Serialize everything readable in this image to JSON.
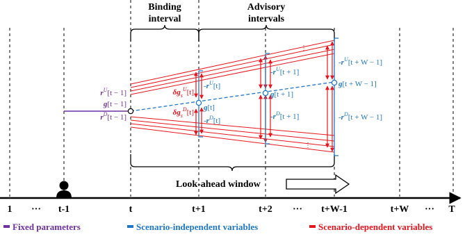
{
  "brackets": {
    "binding": [
      "Binding",
      "interval"
    ],
    "advisory": [
      "Advisory",
      "intervals"
    ],
    "lookahead": "Look-ahead window"
  },
  "ticks": [
    "1",
    "···",
    "t-1",
    "t",
    "t+1",
    "t+2",
    "···",
    "t+W-1",
    "t+W",
    "···",
    "T"
  ],
  "fixed": {
    "ru_base": "r",
    "ru_sup": "U",
    "ru_idx": "[t − 1]",
    "g_base": "g",
    "g_idx": "[t − 1]",
    "rd_base": "r",
    "rd_sup": "D",
    "rd_idx": "[t − 1]"
  },
  "t1": {
    "dg_u_base": "δg",
    "dg_u_sub": "s",
    "dg_u_sup": "U",
    "dg_u_idx": "[t]",
    "dg_d_base": "δg",
    "dg_d_sub": "s",
    "dg_d_sup": "D",
    "dg_d_idx": "[t]",
    "ru_base": "r",
    "ru_sup": "U",
    "ru_idx": "[t]",
    "g_base": "g",
    "g_idx": "[t]",
    "rd_base": "r",
    "rd_sup": "D",
    "rd_idx": "[t]"
  },
  "t2": {
    "ru_base": "r",
    "ru_sup": "U",
    "ru_idx": "[t + 1]",
    "g_base": "g",
    "g_idx": "[t + 1]",
    "rd_base": "r",
    "rd_sup": "D",
    "rd_idx": "[t + 1]"
  },
  "tw": {
    "ru_base": "r",
    "ru_sup": "U",
    "ru_idx": "[t + W − 1]",
    "g_base": "g",
    "g_idx": "[t + W − 1]",
    "rd_base": "r",
    "rd_sup": "D",
    "rd_idx": "[t + W − 1]"
  },
  "legend": {
    "fixed": "Fixed parameters",
    "independent": "Scenario-independent variables",
    "dependent": "Scenario-dependent variables"
  },
  "colors": {
    "fixed": "#7030a0",
    "independent": "#1f77c9",
    "dependent": "#e8141c",
    "axis": "#000000"
  }
}
